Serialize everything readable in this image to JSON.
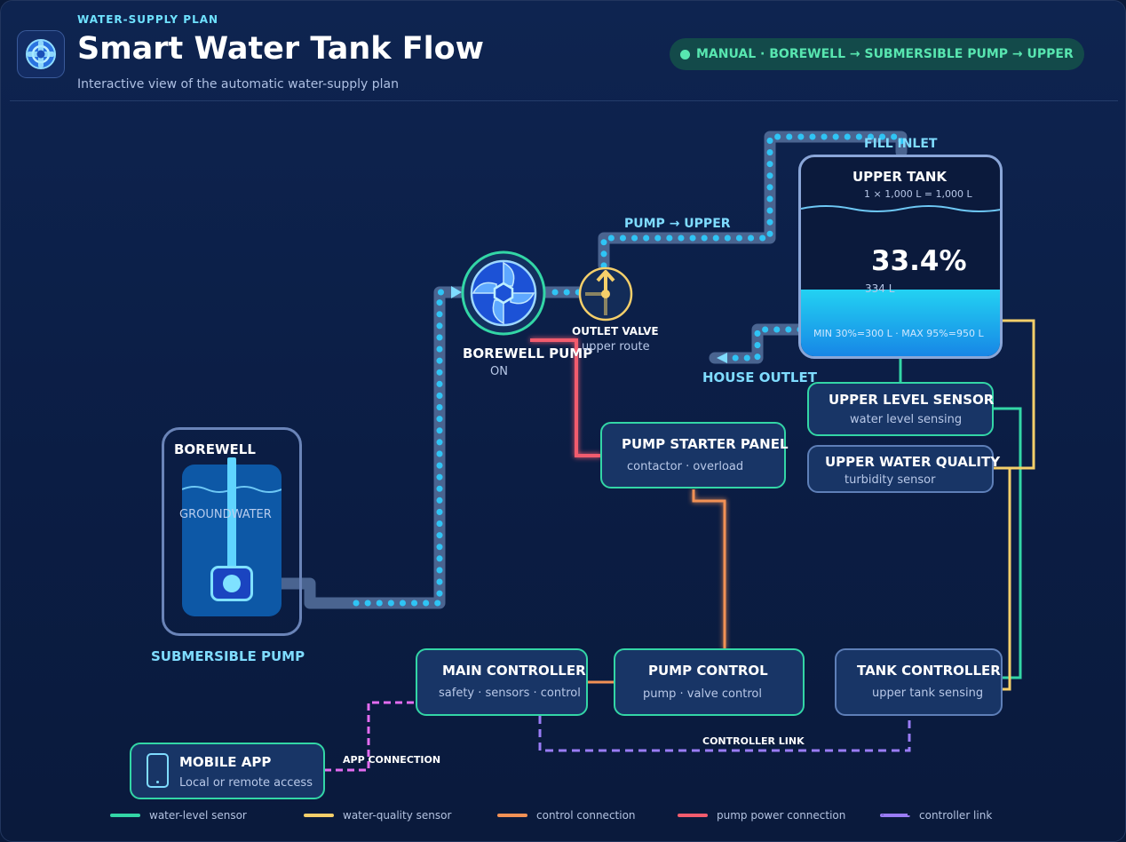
{
  "header": {
    "eyebrow": "WATER-SUPPLY PLAN",
    "title": "Smart Water Tank Flow",
    "subtitle": "Interactive view of the automatic water-supply plan",
    "mode_badge": "MANUAL · BOREWELL → SUBMERSIBLE PUMP → UPPER"
  },
  "borewell": {
    "title": "BOREWELL",
    "water_label": "GROUNDWATER",
    "pump_label": "SUBMERSIBLE PUMP"
  },
  "borewell_pump": {
    "title": "BOREWELL PUMP",
    "status": "ON"
  },
  "outlet_valve": {
    "title": "OUTLET VALVE",
    "subtitle": "upper route"
  },
  "pipes": {
    "pump_to_upper": "PUMP → UPPER",
    "fill_inlet": "FILL INLET",
    "house_outlet": "HOUSE OUTLET"
  },
  "upper_tank": {
    "title": "UPPER TANK",
    "capacity": "1 × 1,000 L = 1,000 L",
    "percent_label": "33.4%",
    "level_fraction": 0.334,
    "volume": "334 L",
    "limits": "MIN 30%=300 L · MAX 95%=950 L"
  },
  "nodes": {
    "upper_level_sensor": {
      "title": "UPPER LEVEL SENSOR",
      "subtitle": "water level sensing"
    },
    "upper_water_quality": {
      "title": "UPPER WATER QUALITY",
      "subtitle": "turbidity sensor"
    },
    "pump_starter_panel": {
      "title": "PUMP STARTER PANEL",
      "subtitle": "contactor · overload"
    },
    "main_controller": {
      "title": "MAIN CONTROLLER",
      "subtitle": "safety · sensors · control"
    },
    "pump_control": {
      "title": "PUMP CONTROL",
      "subtitle": "pump · valve control"
    },
    "tank_controller": {
      "title": "TANK CONTROLLER",
      "subtitle": "upper tank sensing"
    },
    "mobile_app": {
      "title": "MOBILE APP",
      "subtitle": "Local or remote access"
    }
  },
  "links": {
    "app_connection": "APP CONNECTION",
    "controller_link": "CONTROLLER LINK"
  },
  "legend": [
    {
      "label": "water-level sensor",
      "color": "#33d6a6"
    },
    {
      "label": "water-quality sensor",
      "color": "#f5cf6a"
    },
    {
      "label": "control connection",
      "color": "#f29155"
    },
    {
      "label": "pump power connection",
      "color": "#f25c6e"
    },
    {
      "label": "controller link",
      "color": "#9a7cf7"
    }
  ],
  "colors": {
    "water_flow": "#2fc4f5",
    "pipe": "#4a6490",
    "sensor_line": "#33d6a6",
    "quality_line": "#f5cf6a",
    "control_line": "#f29155",
    "power_line": "#f25c6e",
    "app_link": "#e36cf0"
  },
  "icons": [
    "water-logo-icon",
    "pump-impeller-icon",
    "valve-icon",
    "phone-icon"
  ]
}
